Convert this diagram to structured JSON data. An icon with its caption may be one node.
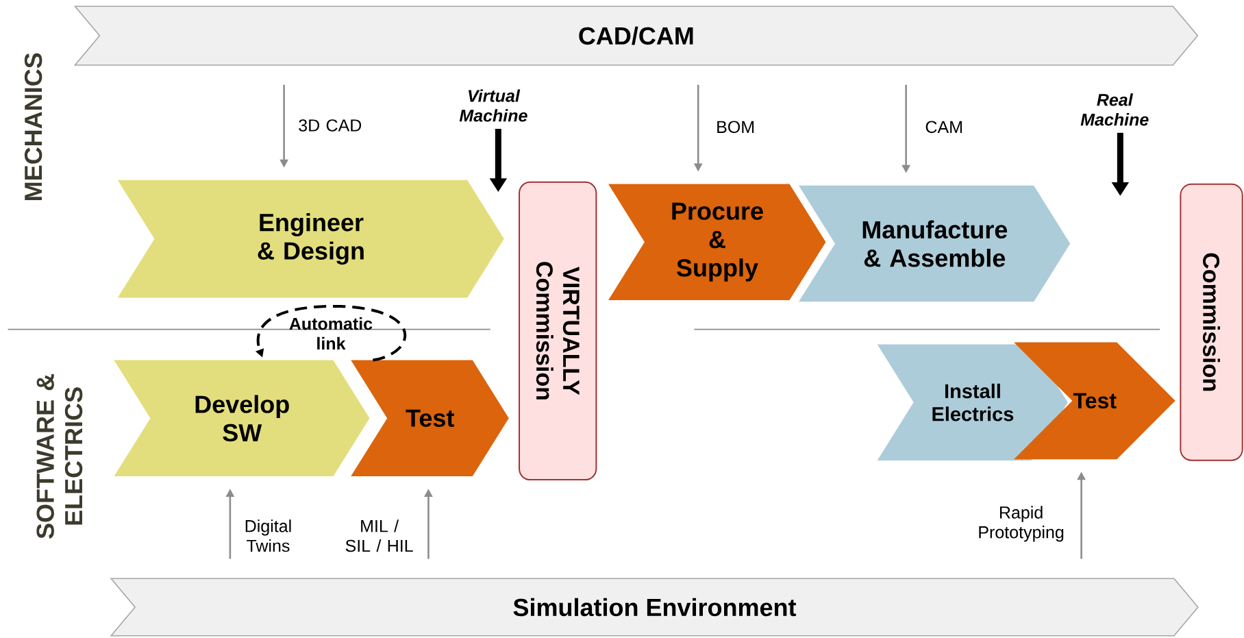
{
  "diagram": {
    "nodes": [
      {
        "text": [
          "CAD/CAM"
        ]
      },
      {
        "text": [
          "Engineer & Design"
        ]
      },
      {
        "text": [
          "Virtual Machine"
        ]
      },
      {
        "text": [
          "VIRTUALLY Commission"
        ]
      },
      {
        "text": [
          "Procure & Supply"
        ]
      },
      {
        "text": [
          "Manufacture & Assemble"
        ]
      },
      {
        "text": [
          "Real Machine"
        ]
      },
      {
        "text": [
          "Commission"
        ]
      },
      {
        "text": [
          "Develop SW"
        ]
      },
      {
        "text": [
          "Test"
        ]
      },
      {
        "text": [
          "Install Electrics"
        ]
      },
      {
        "text": [
          "Test"
        ]
      },
      {
        "text": [
          "Simulation Environment"
        ]
      }
    ],
    "edges": [
      {
        "from": 0,
        "to": 1,
        "arrow": "to",
        "label": "3D CAD"
      },
      {
        "from": 0,
        "to": 4,
        "arrow": "to",
        "label": "BOM"
      },
      {
        "from": 0,
        "to": 5,
        "arrow": "to",
        "label": "CAM"
      },
      {
        "from": 2,
        "to": null,
        "arrow": "to",
        "style": "thick",
        "color": "#000000"
      },
      {
        "from": 6,
        "to": null,
        "arrow": "to",
        "style": "thick",
        "color": "#000000"
      },
      {
        "from": 9,
        "to": 8,
        "arrow": "to",
        "style": "dashed",
        "color": "#000000",
        "label": "Automatic link"
      },
      {
        "from": 12,
        "to": 8,
        "arrow": "to",
        "label": "Digital Twins"
      },
      {
        "from": 12,
        "to": 9,
        "arrow": "to",
        "label": "MIL / SIL / HIL"
      },
      {
        "from": 12,
        "to": 11,
        "arrow": "to",
        "label": "Rapid Prototyping"
      }
    ],
    "labels": [
      "MECHANICS",
      "SOFTWARE & ELECTRICS"
    ]
  }
}
